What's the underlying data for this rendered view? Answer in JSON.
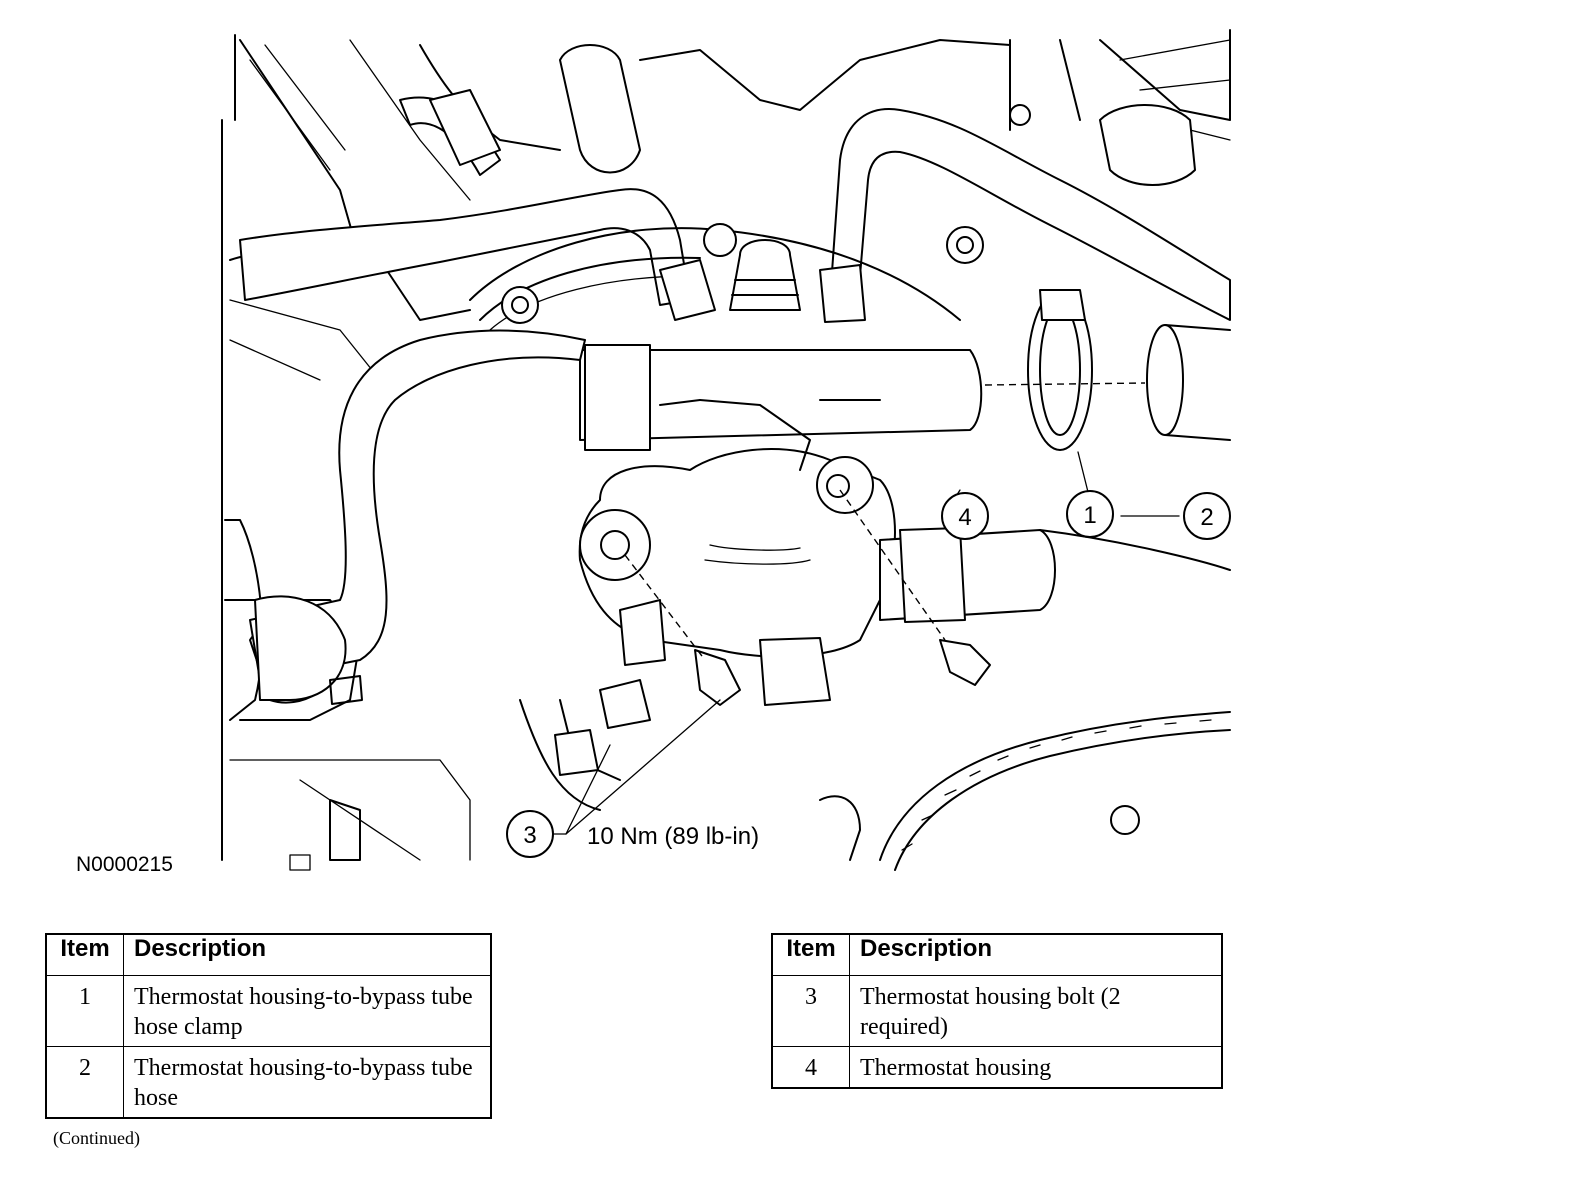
{
  "figure": {
    "id": "N0000215",
    "torque_spec": "10 Nm (89 lb-in)",
    "callouts": [
      "1",
      "2",
      "3",
      "4"
    ]
  },
  "tables": [
    {
      "headers": {
        "item": "Item",
        "description": "Description"
      },
      "rows": [
        {
          "item": "1",
          "description": "Thermostat housing-to-bypass tube hose clamp"
        },
        {
          "item": "2",
          "description": "Thermostat housing-to-bypass tube hose"
        }
      ]
    },
    {
      "headers": {
        "item": "Item",
        "description": "Description"
      },
      "rows": [
        {
          "item": "3",
          "description": "Thermostat housing bolt (2 required)"
        },
        {
          "item": "4",
          "description": "Thermostat housing"
        }
      ]
    }
  ],
  "continued_note": "(Continued)"
}
